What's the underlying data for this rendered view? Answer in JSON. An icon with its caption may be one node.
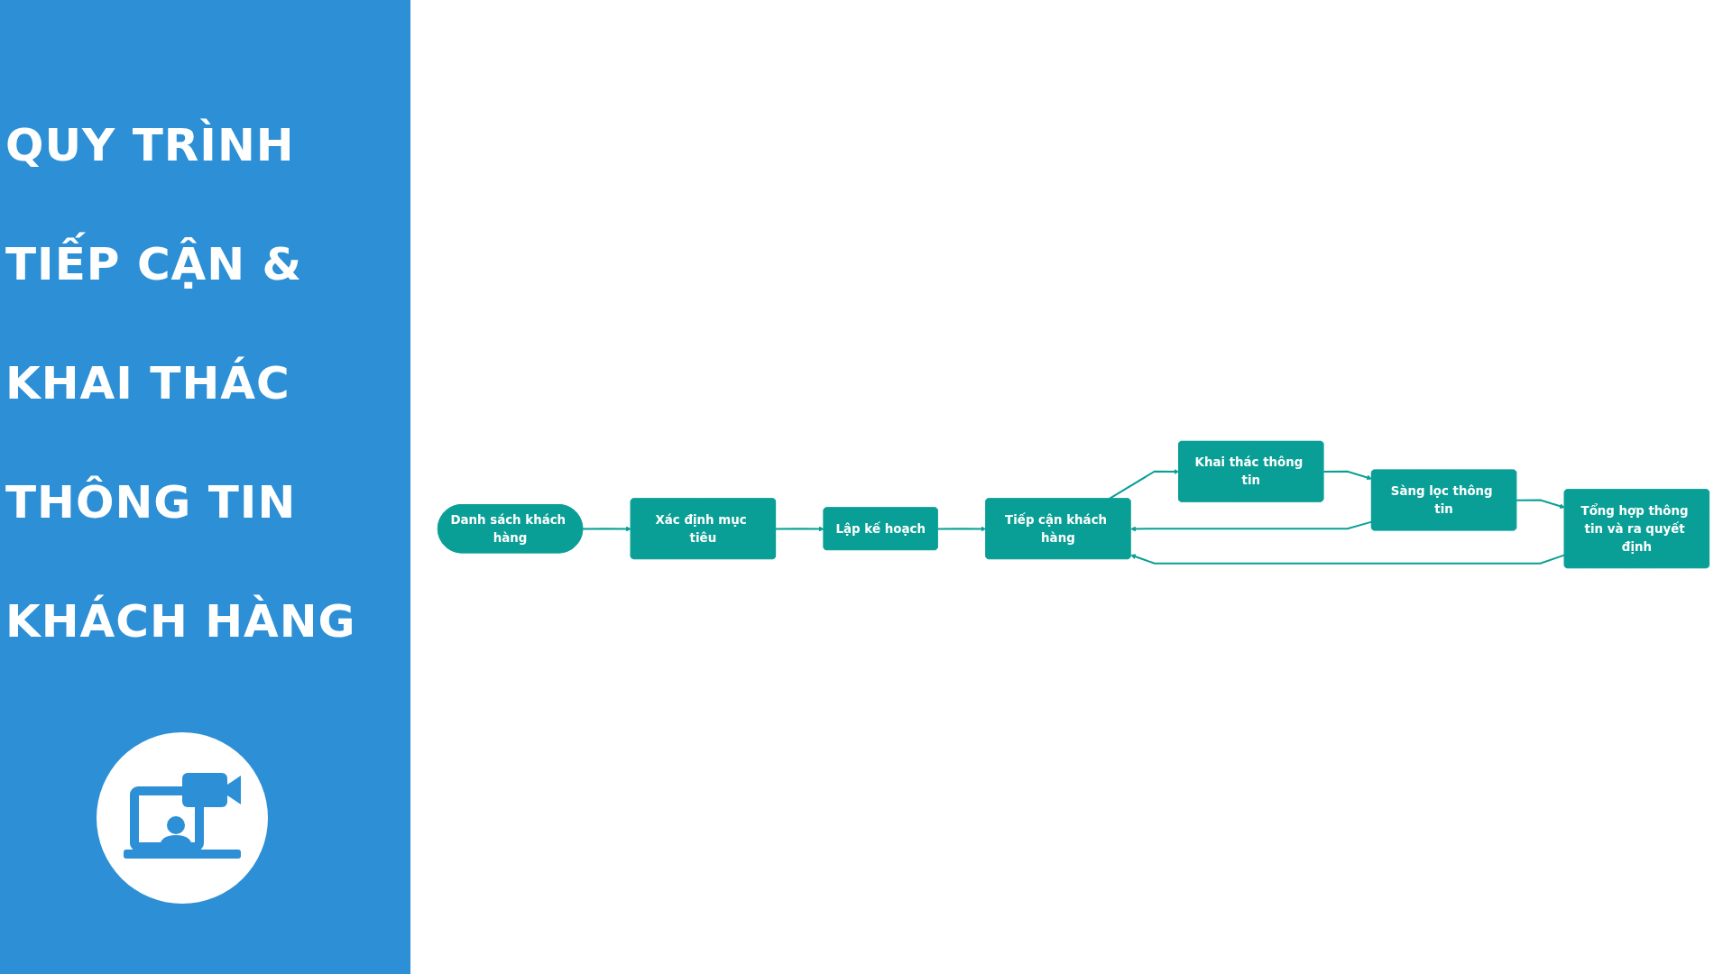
{
  "diagram": {
    "title": "QUY TRÌNH TIẾP CẬN & KHAI THÁC THÔNG TIN KHÁCH HÀNG",
    "nodes": [
      {
        "text": [
          "Danh sách khách hàng"
        ]
      },
      {
        "text": [
          "Xác định mục tiêu"
        ]
      },
      {
        "text": [
          "Lập kế hoạch"
        ]
      },
      {
        "text": [
          "Tiếp cận khách hàng"
        ]
      },
      {
        "text": [
          "Khai thác thông tin"
        ]
      },
      {
        "text": [
          "Sàng lọc thông tin"
        ]
      },
      {
        "text": [
          "Tổng hợp thông tin và ra quyết định"
        ]
      }
    ],
    "edges": [
      {
        "from": 0,
        "to": 1,
        "arrow": "to"
      },
      {
        "from": 1,
        "to": 2,
        "arrow": "to"
      },
      {
        "from": 2,
        "to": 3,
        "arrow": "to"
      },
      {
        "from": 3,
        "to": 4,
        "arrow": "to"
      },
      {
        "from": 4,
        "to": 5,
        "arrow": "to"
      },
      {
        "from": 5,
        "to": 3,
        "arrow": "to"
      },
      {
        "from": 5,
        "to": 6,
        "arrow": "to"
      },
      {
        "from": 6,
        "to": 3,
        "arrow": "to"
      }
    ]
  }
}
